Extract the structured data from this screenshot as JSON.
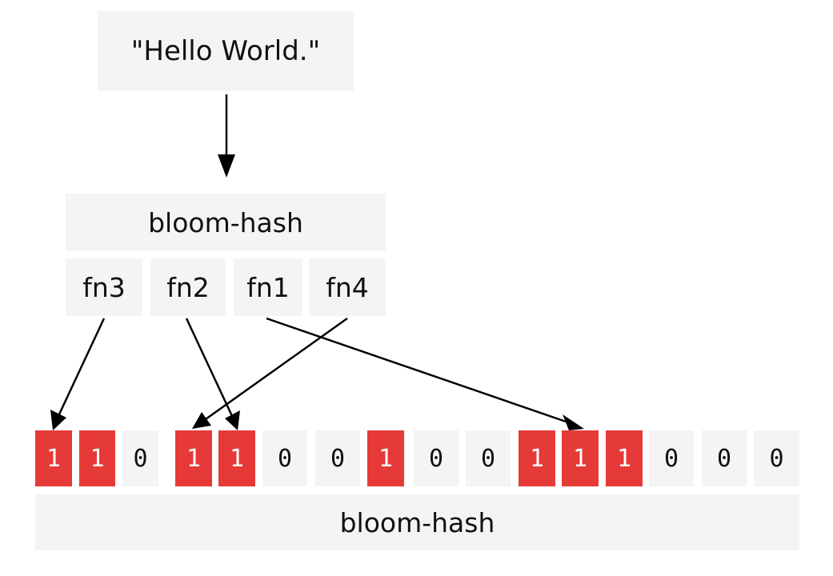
{
  "input": {
    "text": "\"Hello World.\""
  },
  "hash_box": {
    "title": "bloom-hash"
  },
  "functions": [
    "fn3",
    "fn2",
    "fn1",
    "fn4"
  ],
  "bits": [
    "1",
    "1",
    "0",
    "1",
    "1",
    "0",
    "0",
    "1",
    "0",
    "0",
    "1",
    "1",
    "1",
    "0",
    "0",
    "0"
  ],
  "bit_array": {
    "label": "bloom-hash"
  },
  "colors": {
    "set_bit": "#e53a38",
    "unset_bit": "#f4f4f4",
    "box": "#f4f4f4",
    "arrow": "#000000"
  }
}
